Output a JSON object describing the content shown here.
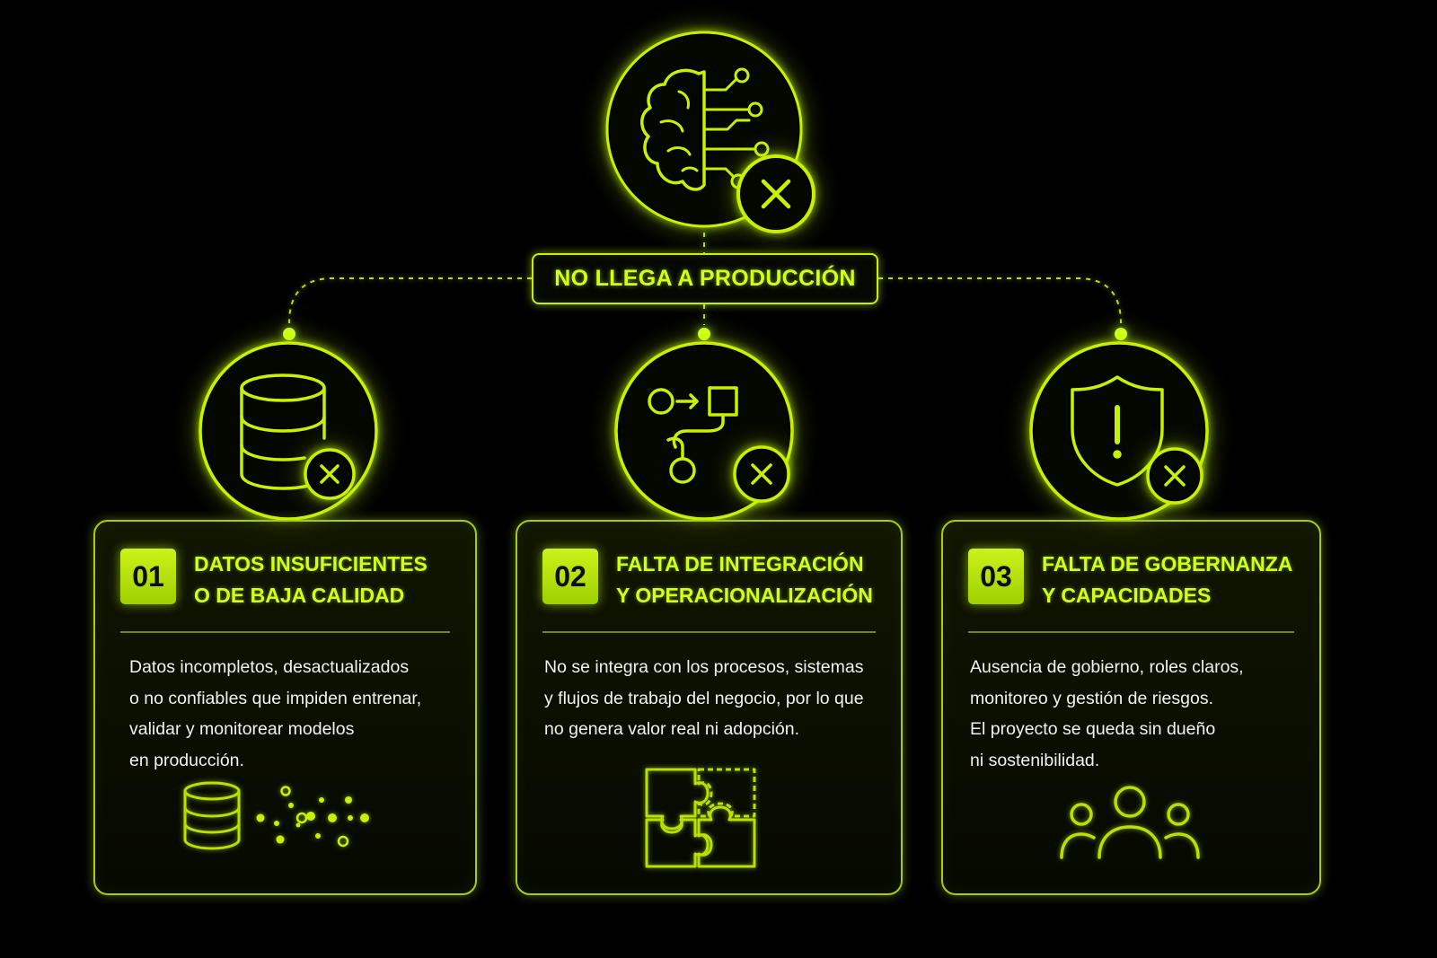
{
  "main": {
    "icon": "brain-circuit-x-icon",
    "label": "NO LLEGA A PRODUCCIÓN"
  },
  "colors": {
    "accent": "#c8f000",
    "accent_bright": "#d2ff1a",
    "background": "#000000",
    "body_text": "#f2f2f2"
  },
  "cards": [
    {
      "number": "01",
      "title_lines": [
        "DATOS INSUFICIENTES",
        "O DE BAJA CALIDAD"
      ],
      "body_lines": [
        "Datos incompletos, desactualizados",
        "o no confiables que impiden entrenar,",
        "validar y monitorear modelos",
        "en producción."
      ],
      "icon": "database-x-icon",
      "illustration": "database-scattered-data-icon"
    },
    {
      "number": "02",
      "title_lines": [
        "FALTA DE INTEGRACIÓN",
        "Y OPERACIONALIZACIÓN"
      ],
      "body_lines": [
        "No se integra con los procesos, sistemas",
        "y flujos de trabajo del negocio, por lo que",
        "no genera valor real ni adopción."
      ],
      "icon": "workflow-x-icon",
      "illustration": "puzzle-pieces-icon"
    },
    {
      "number": "03",
      "title_lines": [
        "FALTA DE GOBERNANZA",
        "Y CAPACIDADES"
      ],
      "body_lines": [
        "Ausencia de gobierno, roles claros,",
        "monitoreo y gestión de riesgos.",
        "El proyecto se queda sin dueño",
        "ni sostenibilidad."
      ],
      "icon": "shield-alert-x-icon",
      "illustration": "team-people-icon"
    }
  ]
}
